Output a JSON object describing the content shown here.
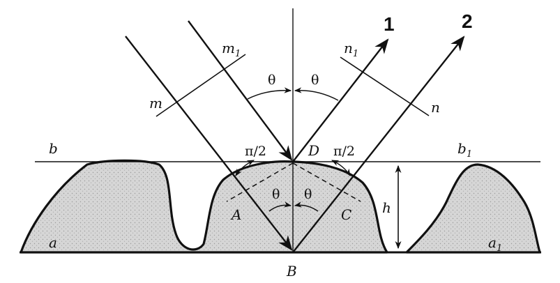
{
  "diagram": {
    "ray_labels": [
      "1",
      "2"
    ],
    "points": {
      "A": "A",
      "B": "B",
      "C": "C",
      "D": "D"
    },
    "height_label": "h",
    "surface_labels": {
      "a": "a",
      "a1": "a",
      "a1_sub": "1"
    },
    "plane_labels": {
      "b": "b",
      "b1": "b",
      "b1_sub": "1"
    },
    "wavefront_labels": {
      "m": "m",
      "m1": "m",
      "m1_sub": "1",
      "n": "n",
      "n1": "n",
      "n1_sub": "1"
    },
    "angle_symbol": "θ",
    "right_angle_label": "π/2",
    "colors": {
      "ink": "#111111",
      "fill": "#d4d4d4"
    }
  }
}
